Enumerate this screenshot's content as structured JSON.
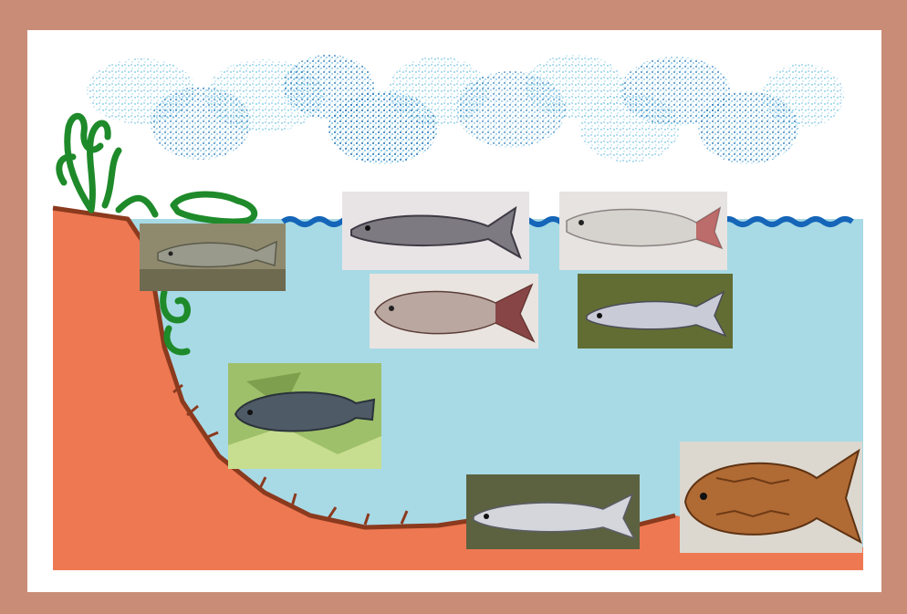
{
  "colors": {
    "frame": "#C98D77",
    "mat": "#FFFFFF",
    "water": "#A8DAE6",
    "water_surface": "#1565B8",
    "soil": "#EE7852",
    "soil_edge": "#8B3A1E",
    "plants": "#1E8A2A",
    "cloud_light": "#8FD3E8",
    "cloud_dark": "#1F6FB5"
  },
  "fish_photos": [
    {
      "id": "fish-1",
      "subject": "spotted-trout-in-water",
      "habitat": "shallow-margin"
    },
    {
      "id": "fish-2",
      "subject": "speckled-carp-side-view",
      "habitat": "surface"
    },
    {
      "id": "fish-3",
      "subject": "silver-carp-pale",
      "habitat": "surface"
    },
    {
      "id": "fish-4",
      "subject": "catla-carp-big-head",
      "habitat": "upper-column"
    },
    {
      "id": "fish-5",
      "subject": "rohu-on-grass",
      "habitat": "upper-column"
    },
    {
      "id": "fish-6",
      "subject": "tilapia-on-leaves",
      "habitat": "mid-column"
    },
    {
      "id": "fish-7",
      "subject": "mrigal-on-grass",
      "habitat": "bottom"
    },
    {
      "id": "fish-8",
      "subject": "common-carp-golden",
      "habitat": "bottom"
    }
  ]
}
